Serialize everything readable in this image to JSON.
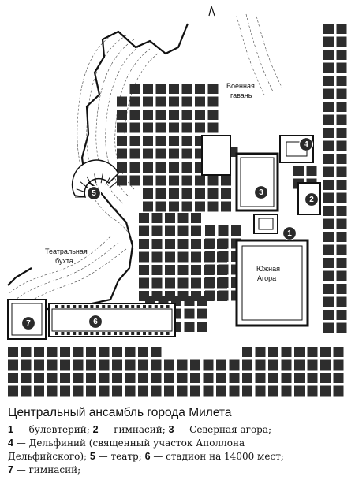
{
  "map": {
    "labels": {
      "harbor": [
        "Военная",
        "гавань"
      ],
      "bay": [
        "Театральная",
        "бухта"
      ],
      "agora": [
        "Южная",
        "Агора"
      ]
    },
    "markers": [
      {
        "num": "1"
      },
      {
        "num": "2"
      },
      {
        "num": "3"
      },
      {
        "num": "4"
      },
      {
        "num": "5"
      },
      {
        "num": "6"
      },
      {
        "num": "7"
      }
    ]
  },
  "caption": {
    "title": "Центральный ансамбль города Милета",
    "lines": [
      [
        {
          "n": "1",
          "t": " — булевтерий; "
        },
        {
          "n": "2",
          "t": " — гимнасий; "
        },
        {
          "n": "3",
          "t": " — Северная агора;"
        }
      ],
      [
        {
          "n": "4",
          "t": " — Дельфиний (священный участок Аполлона"
        }
      ],
      [
        {
          "n": "",
          "t": "Дельфийского); "
        },
        {
          "n": "5",
          "t": " — театр; "
        },
        {
          "n": "6",
          "t": " — стадион на 14000 мест;"
        }
      ],
      [
        {
          "n": " 7",
          "t": " — гимнасий;"
        }
      ]
    ]
  }
}
